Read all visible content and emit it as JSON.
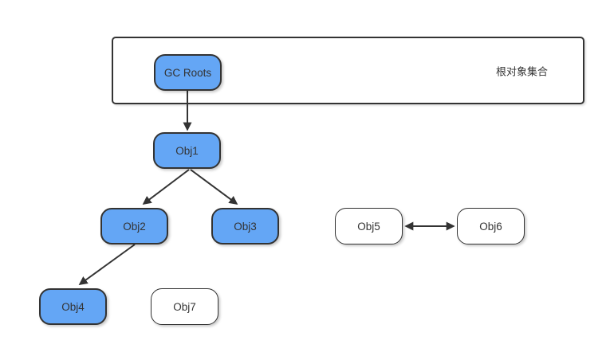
{
  "diagram": {
    "title_none_visible": "",
    "container": {
      "label": "根对象集合"
    },
    "nodes": [
      {
        "id": "gc_roots",
        "label": "GC Roots",
        "type": "root",
        "filled": true
      },
      {
        "id": "obj1",
        "label": "Obj1",
        "type": "object",
        "filled": true
      },
      {
        "id": "obj2",
        "label": "Obj2",
        "type": "object",
        "filled": true
      },
      {
        "id": "obj3",
        "label": "Obj3",
        "type": "object",
        "filled": true
      },
      {
        "id": "obj4",
        "label": "Obj4",
        "type": "object",
        "filled": true
      },
      {
        "id": "obj5",
        "label": "Obj5",
        "type": "object",
        "filled": false
      },
      {
        "id": "obj6",
        "label": "Obj6",
        "type": "object",
        "filled": false
      },
      {
        "id": "obj7",
        "label": "Obj7",
        "type": "object",
        "filled": false
      }
    ],
    "edges": [
      {
        "from": "gc_roots",
        "to": "obj1",
        "direction": "one-way"
      },
      {
        "from": "obj1",
        "to": "obj2",
        "direction": "one-way"
      },
      {
        "from": "obj1",
        "to": "obj3",
        "direction": "one-way"
      },
      {
        "from": "obj2",
        "to": "obj4",
        "direction": "one-way"
      },
      {
        "from": "obj5",
        "to": "obj6",
        "direction": "two-way"
      }
    ],
    "colors": {
      "reachable_fill": "#64A6F5",
      "unreachable_fill": "#FFFFFF",
      "stroke": "#333333",
      "text": "#333333",
      "background": "#FFFFFF"
    }
  }
}
